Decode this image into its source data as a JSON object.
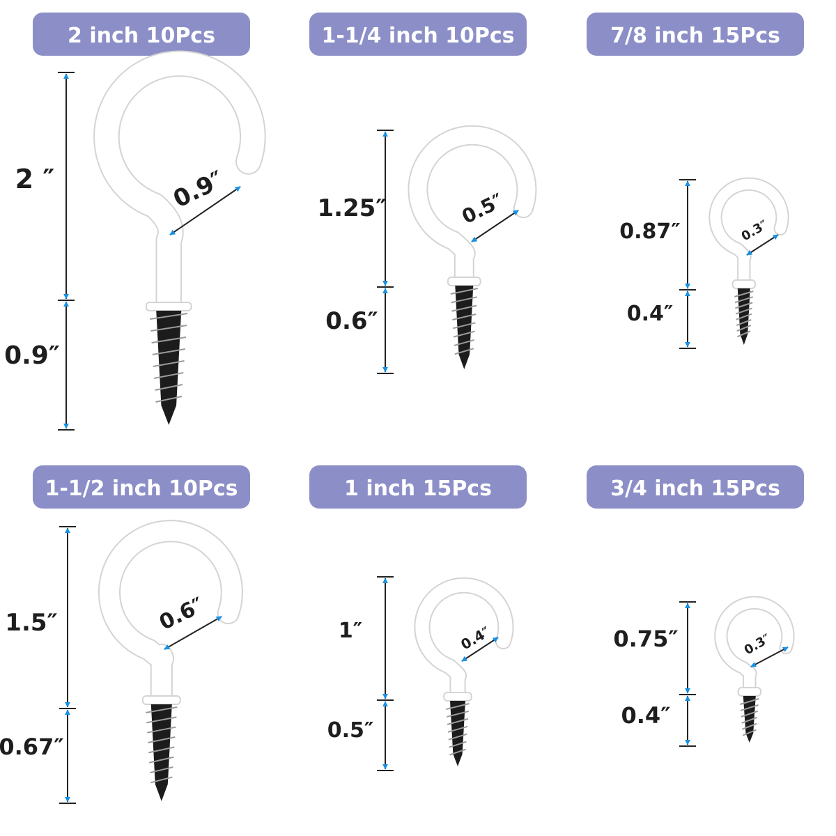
{
  "colors": {
    "badge": "#8c8fc7",
    "badge_text": "#ffffff",
    "arrow": "#1591e6",
    "dimension_line": "#222222",
    "hook_fill": "#ffffff",
    "hook_outline": "#d4d4d4",
    "screw": "#1c1c1c"
  },
  "hooks": [
    {
      "label": "2 inch 10Pcs",
      "hook_length": "2 ″",
      "screw_length": "0.9″",
      "opening": "0.9″"
    },
    {
      "label": "1-1/4 inch 10Pcs",
      "hook_length": "1.25″",
      "screw_length": "0.6″",
      "opening": "0.5″"
    },
    {
      "label": "7/8 inch 15Pcs",
      "hook_length": "0.87″",
      "screw_length": "0.4″",
      "opening": "0.3″"
    },
    {
      "label": "1-1/2 inch 10Pcs",
      "hook_length": "1.5″",
      "screw_length": "0.67″",
      "opening": "0.6″"
    },
    {
      "label": "1 inch 15Pcs",
      "hook_length": "1″",
      "screw_length": "0.5″",
      "opening": "0.4″"
    },
    {
      "label": "3/4 inch 15Pcs",
      "hook_length": "0.75″",
      "screw_length": "0.4″",
      "opening": "0.3″"
    }
  ]
}
